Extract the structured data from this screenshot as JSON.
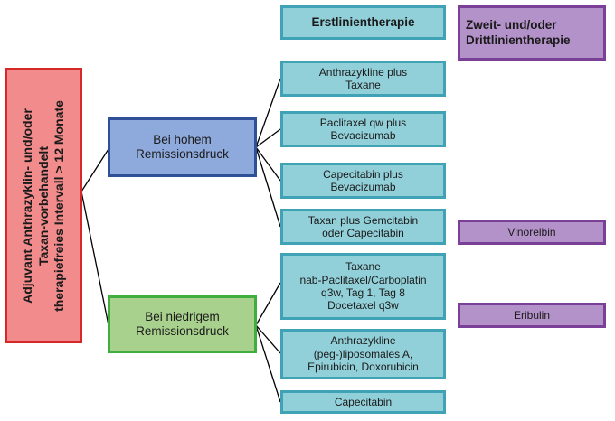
{
  "headers": {
    "first_line": "Erstlinientherapie",
    "second_line": "Zweit- und/oder\nDrittlinientherapie"
  },
  "root": "Adjuvant Anthrazyklin- und/oder\nTaxan-vorbehandelt\ntherapiefreies Intervall > 12 Monate",
  "branches": {
    "high": "Bei hohem\nRemissionsdruck",
    "low": "Bei niedrigem\nRemissionsdruck"
  },
  "first_line_options": [
    "Anthrazykline plus\nTaxane",
    "Paclitaxel qw plus\nBevacizumab",
    "Capecitabin plus\nBevacizumab",
    "Taxan plus Gemcitabin\noder Capecitabin",
    "Taxane\nnab-Paclitaxel/Carboplatin\nq3w, Tag 1, Tag 8\nDocetaxel q3w",
    "Anthrazykline\n(peg-)liposomales A,\nEpirubicin, Doxorubicin",
    "Capecitabin"
  ],
  "second_line_options": [
    "Vinorelbin",
    "Eribulin"
  ],
  "colors": {
    "teal_fill": "#92d0d9",
    "teal_border": "#3fa3b5",
    "purple_fill": "#b391c9",
    "purple_border": "#7a3f97",
    "blue_fill": "#8ea9db",
    "blue_border": "#2f4f97",
    "green_fill": "#a9d18e",
    "green_border": "#3fae3f",
    "red_fill": "#f28b8b",
    "red_border": "#d72828"
  }
}
